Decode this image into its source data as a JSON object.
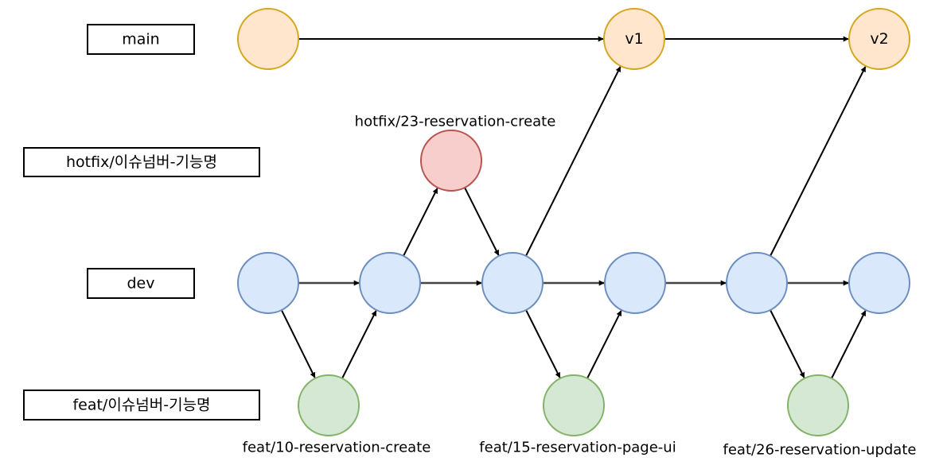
{
  "colors": {
    "main_fill": "#ffe6cc",
    "main_stroke": "#d6a621",
    "hotfix_fill": "#f8cecc",
    "hotfix_stroke": "#b85450",
    "dev_fill": "#dae8fc",
    "dev_stroke": "#6c8ebf",
    "feat_fill": "#d5e8d4",
    "feat_stroke": "#82b366"
  },
  "lanes": [
    {
      "id": "main",
      "label": "main"
    },
    {
      "id": "hotfix",
      "label": "hotfix/이슈넘버-기능명"
    },
    {
      "id": "dev",
      "label": "dev"
    },
    {
      "id": "feat",
      "label": "feat/이슈넘버-기능명"
    }
  ],
  "nodes": [
    {
      "id": "m0",
      "lane": "main",
      "label": ""
    },
    {
      "id": "m1",
      "lane": "main",
      "label": "v1"
    },
    {
      "id": "m2",
      "lane": "main",
      "label": "v2"
    },
    {
      "id": "h1",
      "lane": "hotfix",
      "label": ""
    },
    {
      "id": "d1",
      "lane": "dev",
      "label": ""
    },
    {
      "id": "d2",
      "lane": "dev",
      "label": ""
    },
    {
      "id": "d3",
      "lane": "dev",
      "label": ""
    },
    {
      "id": "d4",
      "lane": "dev",
      "label": ""
    },
    {
      "id": "d5",
      "lane": "dev",
      "label": ""
    },
    {
      "id": "d6",
      "lane": "dev",
      "label": ""
    },
    {
      "id": "f1",
      "lane": "feat",
      "label": ""
    },
    {
      "id": "f2",
      "lane": "feat",
      "label": ""
    },
    {
      "id": "f3",
      "lane": "feat",
      "label": ""
    }
  ],
  "edges": [
    {
      "from": "m0",
      "to": "m1"
    },
    {
      "from": "m1",
      "to": "m2"
    },
    {
      "from": "d1",
      "to": "d2"
    },
    {
      "from": "d2",
      "to": "d3"
    },
    {
      "from": "d3",
      "to": "d4"
    },
    {
      "from": "d4",
      "to": "d5"
    },
    {
      "from": "d5",
      "to": "d6"
    },
    {
      "from": "d1",
      "to": "f1"
    },
    {
      "from": "f1",
      "to": "d2"
    },
    {
      "from": "d3",
      "to": "f2"
    },
    {
      "from": "f2",
      "to": "d4"
    },
    {
      "from": "d5",
      "to": "f3"
    },
    {
      "from": "f3",
      "to": "d6"
    },
    {
      "from": "d2",
      "to": "h1"
    },
    {
      "from": "h1",
      "to": "d3"
    },
    {
      "from": "d3",
      "to": "m1"
    },
    {
      "from": "d5",
      "to": "m2"
    }
  ],
  "branch_labels": [
    {
      "id": "hotfix-23",
      "node": "h1",
      "text": "hotfix/23-reservation-create"
    },
    {
      "id": "feat-10",
      "node": "f1",
      "text": "feat/10-reservation-create"
    },
    {
      "id": "feat-15",
      "node": "f2",
      "text": "feat/15-reservation-page-ui"
    },
    {
      "id": "feat-26",
      "node": "f3",
      "text": "feat/26-reservation-update"
    }
  ]
}
